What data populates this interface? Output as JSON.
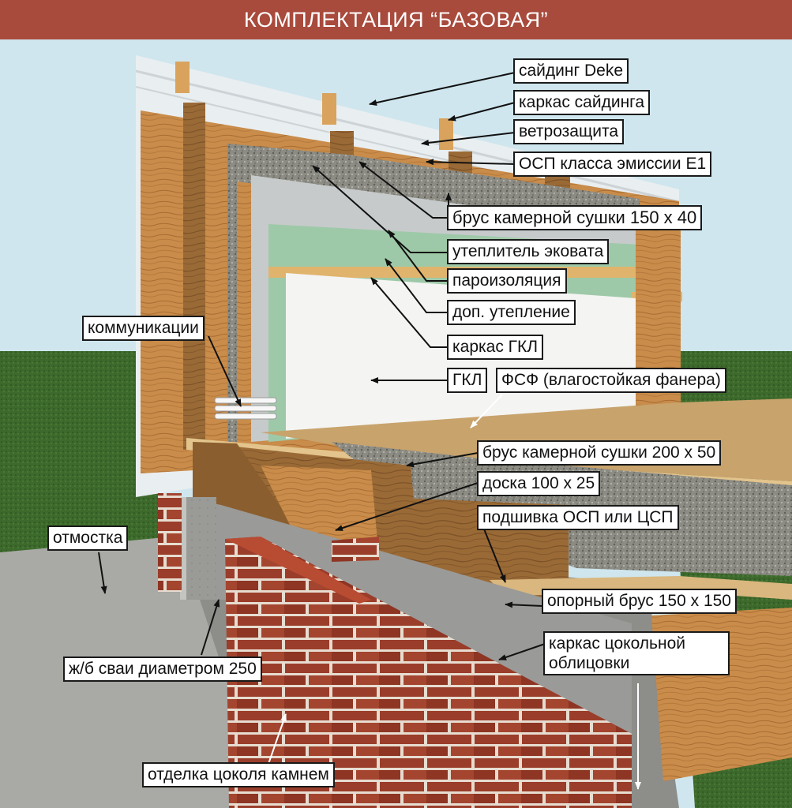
{
  "header": {
    "title": "КОМПЛЕКТАЦИЯ “БАЗОВАЯ”"
  },
  "colors": {
    "header_bg": "#a84a3c",
    "sky": "#cfe6ee",
    "grass": "#3d6a2c",
    "wood": "#c98c4a",
    "brick": "#9a3d2a",
    "insulation": "#8a8a82",
    "vapor_barrier": "#9ec9a8",
    "drywall": "#f4f4f2"
  },
  "labels": {
    "siding": "сайдинг Deke",
    "siding_frame": "каркас сайдинга",
    "wind_barrier": "ветрозащита",
    "osb": "ОСП класса эмиссии Е1",
    "beam_150x40": "брус камерной сушки 150 х 40",
    "ecowool": "утеплитель эковата",
    "vapor_barrier": "пароизоляция",
    "extra_insulation": "доп. утепление",
    "drywall_frame": "каркас ГКЛ",
    "drywall": "ГКЛ",
    "plywood": "ФСФ (влагостойкая фанера)",
    "communications": "коммуникации",
    "beam_200x50": "брус камерной сушки 200 х 50",
    "board_100x25": "доска 100 х 25",
    "osb_lining": "подшивка ОСП или ЦСП",
    "blind_area": "отмостка",
    "support_beam": "опорный брус 150 х 150",
    "plinth_frame_line1": "каркас цокольной",
    "plinth_frame_line2": "облицовки",
    "piles": "ж/б сваи диаметром 250",
    "plinth_stone": "отделка цоколя камнем"
  }
}
